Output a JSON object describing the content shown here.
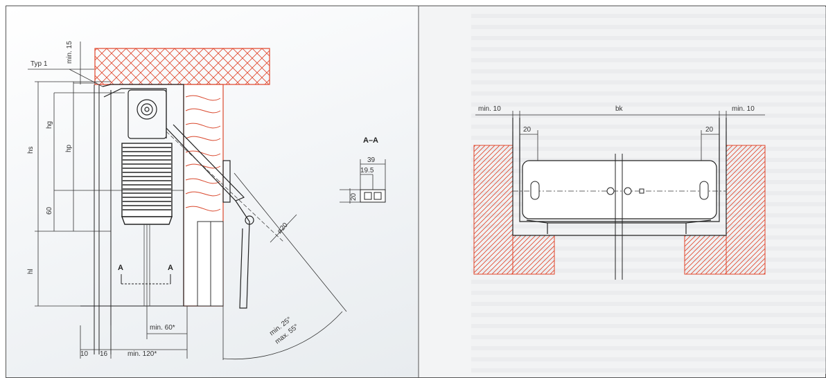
{
  "left_panel": {
    "labels": {
      "typ": "Typ 1",
      "min15": "min. 15",
      "hs": "hs",
      "hg": "hg",
      "hp": "hp",
      "sixty": "60",
      "hl": "hl",
      "sectionA": "A",
      "min60": "min. 60*",
      "ten": "10",
      "sixteen": "16",
      "min120": "min. 120*",
      "phi20": "ø20",
      "angle_min": "min. 25°",
      "angle_max": "max. 55°"
    },
    "section_aa": {
      "title": "A–A",
      "w39": "39",
      "w195": "19.5",
      "h20": "20"
    }
  },
  "right_panel": {
    "labels": {
      "min10_left": "min. 10",
      "bk": "bk",
      "min10_right": "min. 10",
      "twenty_left": "20",
      "twenty_right": "20"
    }
  },
  "colors": {
    "hatch_red": "#e0442a",
    "wood_red": "#d9462b",
    "line": "#222222"
  }
}
